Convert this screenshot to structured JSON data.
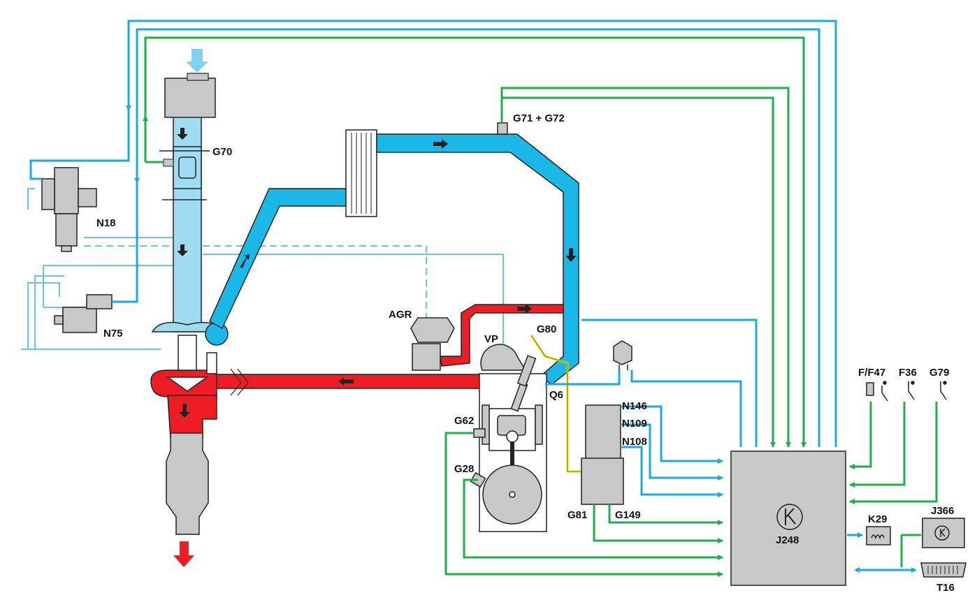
{
  "labels": {
    "G70": "G70",
    "N18": "N18",
    "N75": "N75",
    "G71_G72": "G71 + G72",
    "AGR": "AGR",
    "VP": "VP",
    "G80": "G80",
    "Q6": "Q6",
    "G62": "G62",
    "G28": "G28",
    "N146": "N146",
    "N109": "N109",
    "N108": "N108",
    "G81": "G81",
    "G149": "G149",
    "J248": "J248",
    "K29": "K29",
    "J366": "J366",
    "T16": "T16",
    "F_F47": "F/F47",
    "F36": "F36",
    "G79": "G79"
  },
  "colors": {
    "signal_in": "#1bb14a",
    "signal_out": "#1aa8e6",
    "intake_air": "#1ab8e8",
    "intake_air_light": "#9fdcf2",
    "exhaust": "#ee1c25",
    "glow_wire": "#f2e600",
    "component": "#c8c8c8",
    "outline": "#222222"
  },
  "icons": {
    "ecu": "glow-k-symbol-icon",
    "glow_lamp": "lamp-coil-icon",
    "diagnostic": "obd-connector-icon"
  }
}
